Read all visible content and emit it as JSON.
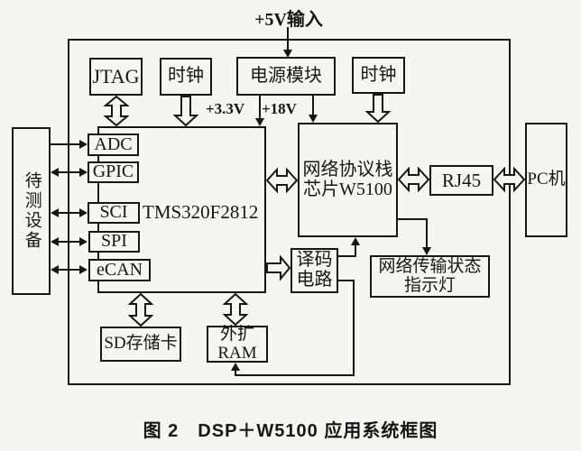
{
  "diagram": {
    "caption": "图 2　DSP＋W5100 应用系统框图",
    "labels": {
      "power_input": "+5V输入",
      "rail_3v3": "+3.3V",
      "rail_18v": "+18V"
    },
    "blocks": {
      "jtag": "JTAG",
      "clock_dsp": "时钟",
      "power_module": "电源模块",
      "clock_net": "时钟",
      "device_under_test": "待测设备",
      "dsp": "TMS320F2812",
      "adc": "ADC",
      "gpic": "GPIC",
      "sci": "SCI",
      "spi": "SPI",
      "ecan": "eCAN",
      "w5100_line1": "网络协议栈",
      "w5100_line2": "芯片W5100",
      "rj45": "RJ45",
      "pc": "PC机",
      "decoder_line1": "译码",
      "decoder_line2": "电路",
      "indicator_line1": "网络传输状态",
      "indicator_line2": "指示灯",
      "sd_card": "SD存储卡",
      "ram_line1": "外扩",
      "ram_line2": "RAM"
    },
    "colors": {
      "ink": "#161616",
      "paper": "#f5f5f1"
    }
  }
}
